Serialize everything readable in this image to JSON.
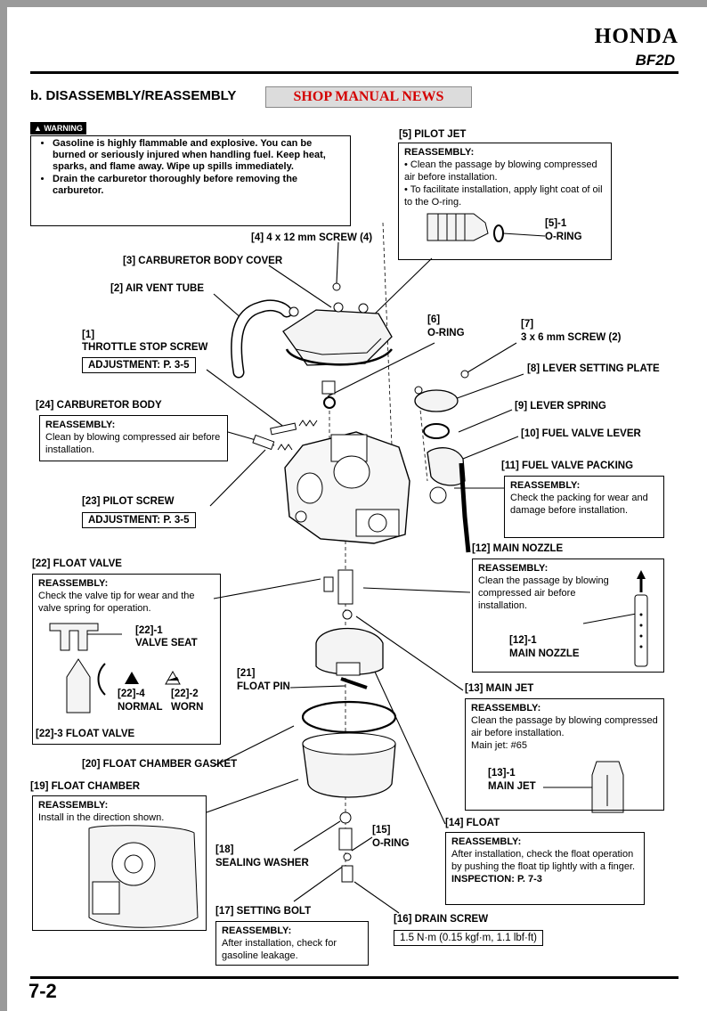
{
  "header": {
    "brand": "HONDA",
    "model": "BF2D"
  },
  "section_title": "b. DISASSEMBLY/REASSEMBLY",
  "watermark": "SHOP MANUAL NEWS",
  "warning": {
    "badge": "WARNING",
    "items": [
      "Gasoline is highly flammable and explosive. You can be burned or seriously injured when handling fuel. Keep heat, sparks, and flame away. Wipe up spills immediately.",
      "Drain the carburetor thoroughly before removing the carburetor."
    ]
  },
  "parts": {
    "p1a": "[1]",
    "p1b": "THROTTLE STOP SCREW",
    "p1adj": "ADJUSTMENT: P. 3-5",
    "p2": "[2] AIR VENT TUBE",
    "p3": "[3] CARBURETOR BODY COVER",
    "p4": "[4] 4 x 12 mm SCREW (4)",
    "p5": "[5] PILOT JET",
    "p5box_h": "REASSEMBLY:",
    "p5box_1": "• Clean the passage by blowing compressed air before installation.",
    "p5box_2": "• To facilitate installation, apply light coat of oil to the O-ring.",
    "p5_1a": "[5]-1",
    "p5_1b": "O-RING",
    "p6a": "[6]",
    "p6b": "O-RING",
    "p7a": "[7]",
    "p7b": "3 x 6 mm SCREW (2)",
    "p8": "[8] LEVER SETTING PLATE",
    "p9": "[9] LEVER SPRING",
    "p10": "[10] FUEL VALVE LEVER",
    "p11": "[11] FUEL VALVE PACKING",
    "p11box_h": "REASSEMBLY:",
    "p11box_t": "Check the packing for wear and damage before installation.",
    "p12": "[12] MAIN NOZZLE",
    "p12box_h": "REASSEMBLY:",
    "p12box_t": "Clean the passage by blowing compressed air before installation.",
    "p12_1a": "[12]-1",
    "p12_1b": "MAIN NOZZLE",
    "p13": "[13] MAIN JET",
    "p13box_h": "REASSEMBLY:",
    "p13box_t": "Clean the passage by blowing compressed air before installation.",
    "p13box_jet": "Main jet: #65",
    "p13_1a": "[13]-1",
    "p13_1b": "MAIN JET",
    "p14": "[14] FLOAT",
    "p14box_h": "REASSEMBLY:",
    "p14box_t": "After installation, check the float operation by pushing the float tip lightly with a finger.",
    "p14box_i": "INSPECTION: P. 7-3",
    "p15a": "[15]",
    "p15b": "O-RING",
    "p16": "[16] DRAIN SCREW",
    "p16torque": "1.5 N·m (0.15 kgf·m, 1.1 lbf·ft)",
    "p17": "[17] SETTING BOLT",
    "p17box_h": "REASSEMBLY:",
    "p17box_t": "After installation, check for gasoline leakage.",
    "p18a": "[18]",
    "p18b": "SEALING WASHER",
    "p19": "[19] FLOAT CHAMBER",
    "p19box_h": "REASSEMBLY:",
    "p19box_t": "Install in the direction shown.",
    "p20": "[20] FLOAT CHAMBER GASKET",
    "p21a": "[21]",
    "p21b": "FLOAT PIN",
    "p22": "[22] FLOAT VALVE",
    "p22box_h": "REASSEMBLY:",
    "p22box_t": "Check the valve tip for wear and the valve spring for operation.",
    "p22_1a": "[22]-1",
    "p22_1b": "VALVE SEAT",
    "p22_4a": "[22]-4",
    "p22_4b": "NORMAL",
    "p22_2a": "[22]-2",
    "p22_2b": "WORN",
    "p22_3": "[22]-3 FLOAT VALVE",
    "p23": "[23] PILOT SCREW",
    "p23adj": "ADJUSTMENT: P. 3-5",
    "p24": "[24] CARBURETOR BODY",
    "p24box_h": "REASSEMBLY:",
    "p24box_t": "Clean by blowing compressed air before installation."
  },
  "page_number": "7-2"
}
